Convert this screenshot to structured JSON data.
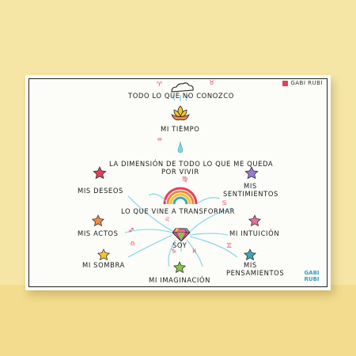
{
  "brand": "GABI RUBI",
  "logo": {
    "line1": "GABI",
    "line2": "RUBI"
  },
  "labels": {
    "todo": "TODO LO QUE NO CONOZCO",
    "tiempo": "Mi TIEMPO",
    "dimension_1": "LA DIMENSIÓN DE TODO LO QUE ME QUEDA",
    "dimension_2": "POR VIVIR",
    "deseos": "MIS DESEOS",
    "sentimientos_1": "MIS",
    "sentimientos_2": "SENTIMIENTOS",
    "transformar": "LO QUE VINE A TRANSFORMAR",
    "actos": "MIS ACTOS",
    "intuicion": "Mi INTUICIÓN",
    "soy": "SOY",
    "sombra": "Mi SOMBRA",
    "pensamientos_1": "MIS",
    "pensamientos_2": "PENSAMIENTOS",
    "imaginacion": "Mi iMAGiNACIÓN"
  },
  "zodiac": {
    "aries": "♈",
    "aquarius": "♒",
    "virgo": "♍",
    "leo": "♌",
    "taurus": "♉",
    "sagittarius": "♐",
    "cancer": "♋",
    "libra": "♎",
    "gemini": "♊",
    "capricorn": "♑",
    "pisces": "♓"
  },
  "colors": {
    "wall": "#f6e6a6",
    "accent": "#e2405b",
    "line": "#7fd3e6",
    "star_red": "#e2405b",
    "star_purple": "#9b7ad6",
    "star_orange": "#f08a3e",
    "star_pink": "#ee6aa0",
    "star_yellow": "#f4c430",
    "star_teal": "#3aa7b8",
    "star_green": "#8bc34a"
  }
}
